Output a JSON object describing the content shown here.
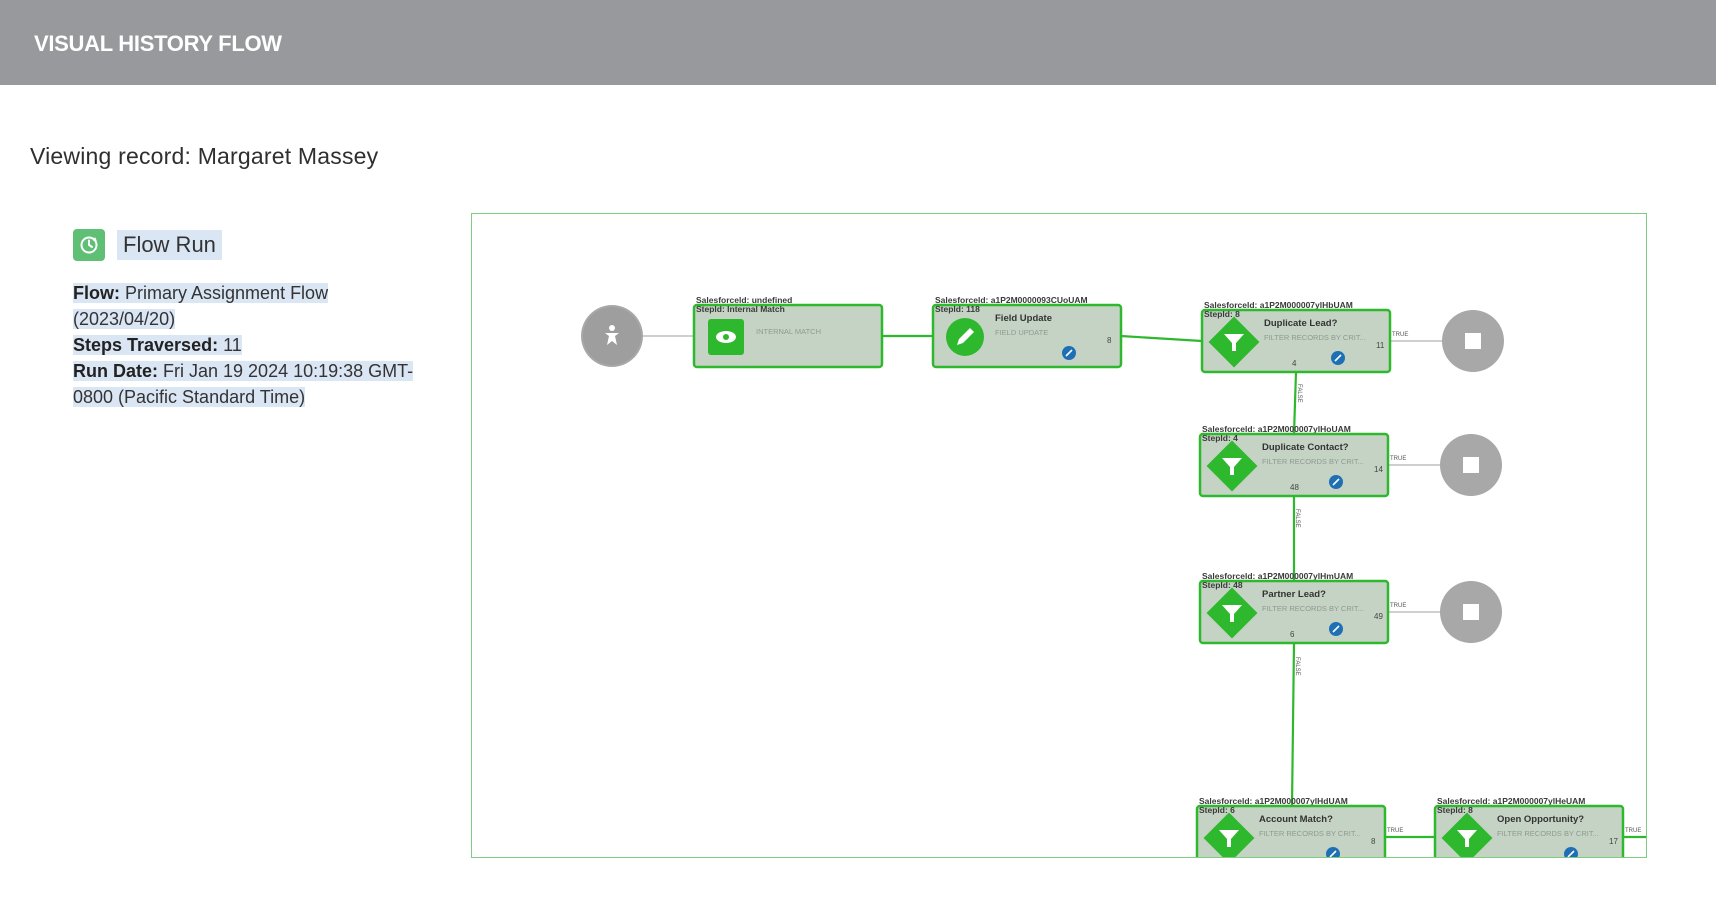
{
  "header": {
    "title": "VISUAL HISTORY FLOW"
  },
  "record": {
    "label": "Viewing record:",
    "name": "Margaret Massey"
  },
  "flow_run": {
    "title": "Flow Run",
    "icon": "clock-refresh-icon",
    "flow_label": "Flow:",
    "flow_value_line1": "Primary Assignment Flow",
    "flow_value_line2": "(2023/04/20)",
    "steps_label": "Steps Traversed:",
    "steps_value": "11",
    "run_date_label": "Run Date:",
    "run_date_line1": "Fri Jan 19 2024 10:19:38 GMT-",
    "run_date_line2": "0800 (Pacific Standard Time)"
  },
  "colors": {
    "accent_green": "#2eb82e",
    "node_fill": "#c5d3c5",
    "end_gray": "#a8a8a8",
    "topbar": "#97999c"
  },
  "diagram": {
    "nodes": [
      {
        "id": "n1",
        "sfid": "Salesforceld: undefined",
        "stepid": "Stepld: Internal Match",
        "title": "",
        "subtitle": "INTERNAL MATCH",
        "icon": "eye-icon",
        "num": "",
        "num2": ""
      },
      {
        "id": "n2",
        "sfid": "Salesforceld: a1P2M0000093CUoUAM",
        "stepid": "Stepld: 118",
        "title": "Field Update",
        "subtitle": "FIELD UPDATE",
        "icon": "pencil-icon",
        "num": "8",
        "num2": ""
      },
      {
        "id": "n3",
        "sfid": "Salesforceld: a1P2M000007ylHbUAM",
        "stepid": "Stepld: 8",
        "title": "Duplicate Lead?",
        "subtitle": "FILTER RECORDS BY CRIT...",
        "icon": "funnel-icon",
        "num": "11",
        "num2": "4"
      },
      {
        "id": "n4",
        "sfid": "Salesforceld: a1P2M000007ylHoUAM",
        "stepid": "Stepld: 4",
        "title": "Duplicate Contact?",
        "subtitle": "FILTER RECORDS BY CRIT...",
        "icon": "funnel-icon",
        "num": "14",
        "num2": "48"
      },
      {
        "id": "n5",
        "sfid": "Salesforceld: a1P2M000007ylHmUAM",
        "stepid": "Stepld: 48",
        "title": "Partner Lead?",
        "subtitle": "FILTER RECORDS BY CRIT...",
        "icon": "funnel-icon",
        "num": "49",
        "num2": "6"
      },
      {
        "id": "n6",
        "sfid": "Salesforceld: a1P2M000007ylHdUAM",
        "stepid": "Stepld: 6",
        "title": "Account Match?",
        "subtitle": "FILTER RECORDS BY CRIT...",
        "icon": "funnel-icon",
        "num": "8",
        "num2": ""
      },
      {
        "id": "n7",
        "sfid": "Salesforceld: a1P2M000007ylHeUAM",
        "stepid": "Stepld: 8",
        "title": "Open Opportunity?",
        "subtitle": "FILTER RECORDS BY CRIT...",
        "icon": "funnel-icon",
        "num": "17",
        "num2": ""
      }
    ],
    "edge_true_label": "TRUE",
    "edge_false_label": "FALSE"
  }
}
